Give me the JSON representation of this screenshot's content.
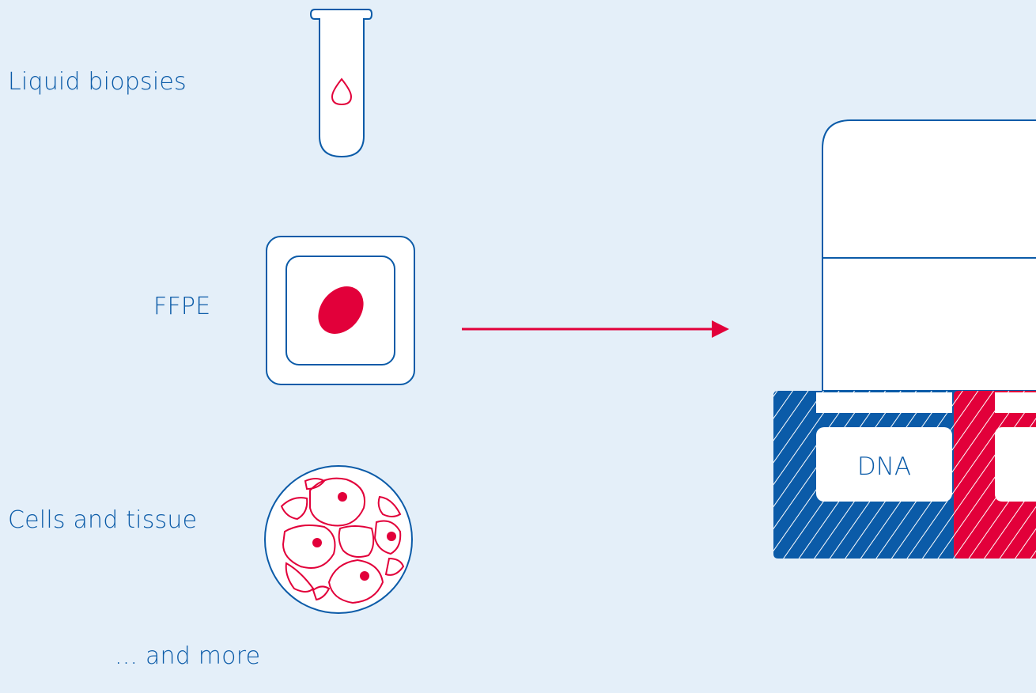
{
  "samples": {
    "liquid_biopsies": "Liquid biopsies",
    "ffpe": "FFPE",
    "cells_and_tissue": "Cells and tissue",
    "more": "... and more"
  },
  "output": {
    "dna_label": "DNA"
  },
  "colors": {
    "background": "#e4eff9",
    "blue": "#0b5ba8",
    "red": "#e2003a",
    "white": "#ffffff"
  },
  "icons": {
    "liquid_biopsies": "test-tube-drop-icon",
    "ffpe": "slide-sample-icon",
    "cells_and_tissue": "cell-tissue-icon",
    "flow": "arrow-right-icon",
    "output": "kit-box-icon"
  }
}
